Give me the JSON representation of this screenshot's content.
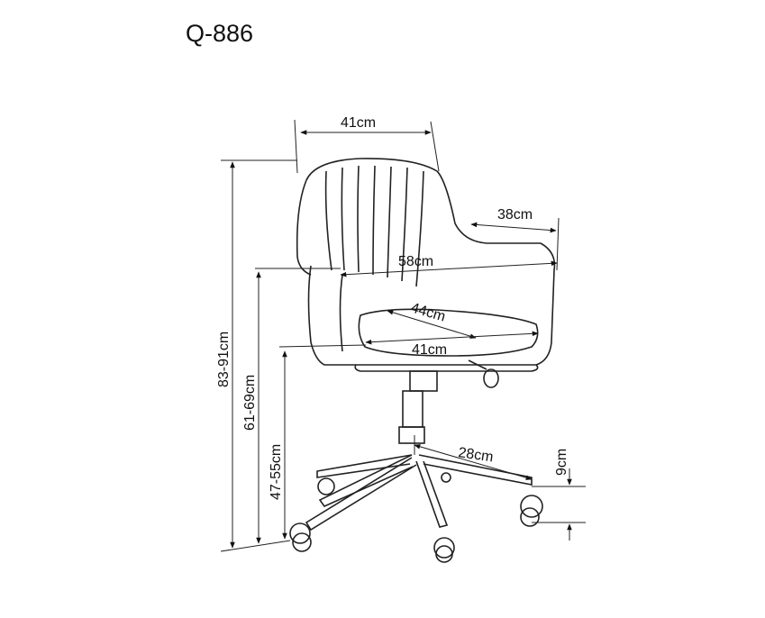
{
  "title": "Q-886",
  "dimensions": {
    "backrest_width": "41cm",
    "armrest_depth": "38cm",
    "overall_width": "58cm",
    "seat_depth": "44cm",
    "seat_width": "41cm",
    "total_height": "83-91cm",
    "armrest_height": "61-69cm",
    "seat_height": "47-55cm",
    "base_radius": "28cm",
    "caster_height": "9cm"
  }
}
